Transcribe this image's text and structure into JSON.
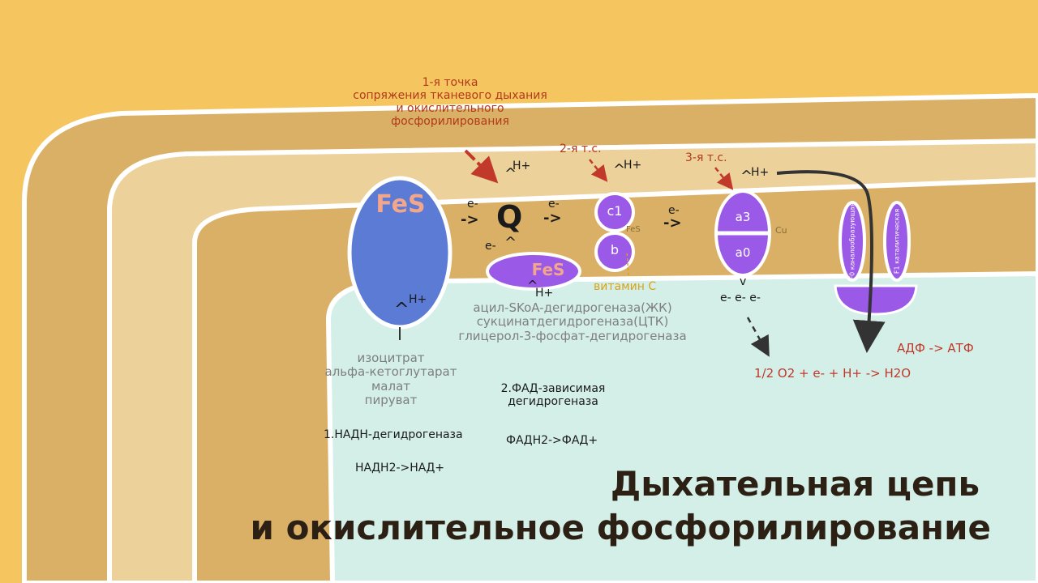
{
  "coupling_point_1": [
    "1-я точка",
    "сопряжения тканевого дыхания",
    "и окислительного",
    "фосфорилирования"
  ],
  "coupling_point_2": "2-я т.с.",
  "coupling_point_3": "3-я т.с.",
  "complex1": {
    "label": "FeS",
    "proton": "H+",
    "arrow": "^"
  },
  "q": {
    "label": "Q",
    "proton": "H+",
    "electron_in": "e-",
    "electron_lower": "e-",
    "arrow_in": "->"
  },
  "fes2": {
    "label": "FeS",
    "proton": "H+"
  },
  "cyt": {
    "c1": "c1",
    "b": "b",
    "fes_small": "FeS",
    "electron": "e-",
    "arrow": "->",
    "proton": "H+"
  },
  "vitamin_c": "витамин С",
  "cox": {
    "a3": "a3",
    "a0": "a0",
    "cu": "Cu",
    "electron": "e-",
    "arrow": "->",
    "proton": "H+",
    "electrons_below": "e-  e- e-"
  },
  "atp_synthase": {
    "f0": "F0 каналообразующая",
    "f1": "F1 каталитическая"
  },
  "substrates_nad": [
    "изоцитрат",
    "альфа-кетоглутарат",
    "малат",
    "пируват"
  ],
  "substrates_fad": [
    "ацил-SKoA-дегидрогеназа(ЖК)",
    "сукцинатдегидрогеназа(ЦТК)",
    "глицерол-3-фосфат-дегидрогеназа"
  ],
  "enzyme1": "1.НАДН-дегидрогеназа",
  "enzyme1_reaction": "НАДН2->НАД+",
  "enzyme2": [
    "2.ФАД-зависимая",
    "дегидрогеназа"
  ],
  "enzyme2_reaction": "ФАДН2->ФАД+",
  "water_reaction": "1/2 O2 +  e- + H+ -> H2O",
  "atp_reaction": "АДФ -> АТФ",
  "title": [
    "Дыхательная цепь",
    "и окислительное фосфорилирование"
  ]
}
